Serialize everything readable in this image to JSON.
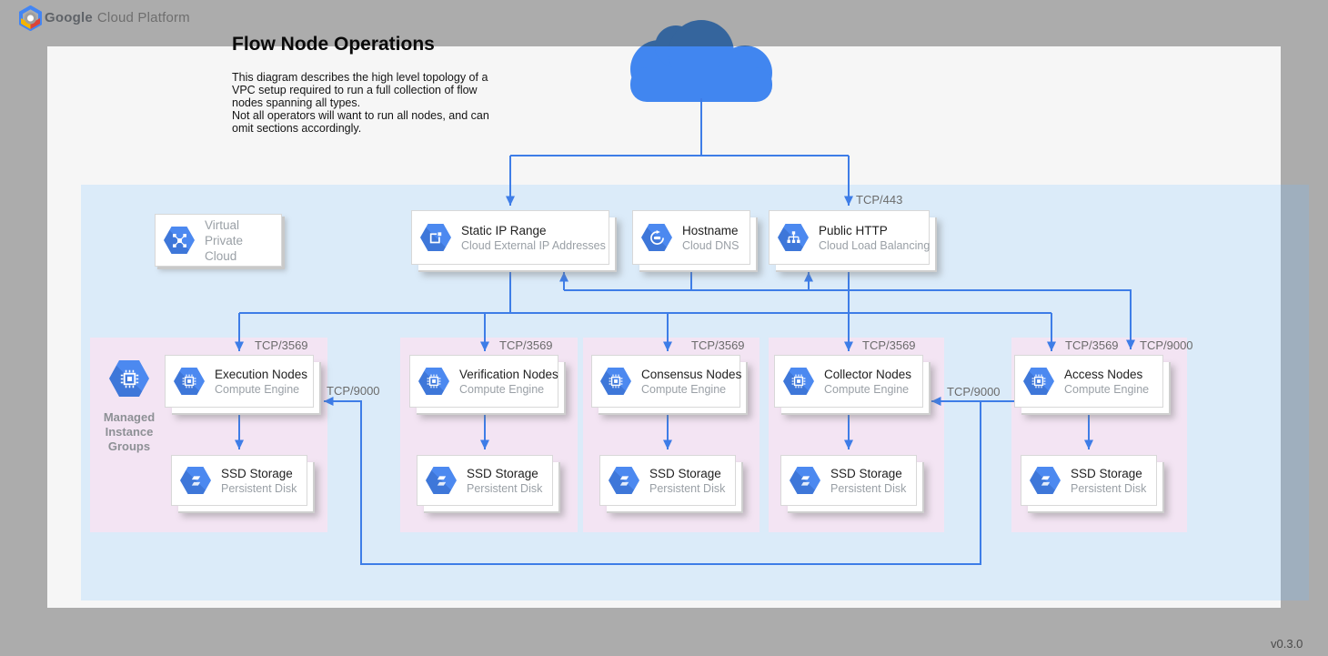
{
  "header": {
    "brand_bold": "Google",
    "brand_rest": "Cloud Platform"
  },
  "diagram": {
    "title": "Flow Node Operations",
    "description": "This diagram describes the high level topology of a\nVPC setup required to run a full collection of flow\nnodes spanning all types.\nNot all operators will want to run all nodes, and can\nomit sections accordingly.",
    "version": "v0.3.0"
  },
  "ports": {
    "tcp443": "TCP/443",
    "tcp3569": "TCP/3569",
    "tcp9000": "TCP/9000"
  },
  "vpc": {
    "label": "Virtual\nPrivate Cloud"
  },
  "services": {
    "static_ip": {
      "title": "Static IP Range",
      "subtitle": "Cloud External IP Addresses"
    },
    "hostname": {
      "title": "Hostname",
      "subtitle": "Cloud DNS"
    },
    "public_http": {
      "title": "Public HTTP",
      "subtitle": "Cloud Load Balancing"
    }
  },
  "mig": {
    "label": "Managed\nInstance\nGroups"
  },
  "groups": [
    {
      "compute": {
        "title": "Execution Nodes",
        "subtitle": "Compute Engine"
      },
      "storage": {
        "title": "SSD Storage",
        "subtitle": "Persistent Disk"
      }
    },
    {
      "compute": {
        "title": "Verification Nodes",
        "subtitle": "Compute Engine"
      },
      "storage": {
        "title": "SSD Storage",
        "subtitle": "Persistent Disk"
      }
    },
    {
      "compute": {
        "title": "Consensus Nodes",
        "subtitle": "Compute Engine"
      },
      "storage": {
        "title": "SSD Storage",
        "subtitle": "Persistent Disk"
      }
    },
    {
      "compute": {
        "title": "Collector Nodes",
        "subtitle": "Compute Engine"
      },
      "storage": {
        "title": "SSD Storage",
        "subtitle": "Persistent Disk"
      }
    },
    {
      "compute": {
        "title": "Access Nodes",
        "subtitle": "Compute Engine"
      },
      "storage": {
        "title": "SSD Storage",
        "subtitle": "Persistent Disk"
      }
    }
  ],
  "icons": {
    "brand": "google-cloud-platform-logo",
    "cloud": "internet-cloud-icon",
    "vpc": "virtual-private-cloud-icon",
    "static_ip": "external-ip-icon",
    "hostname": "cloud-dns-icon",
    "public_http": "load-balancer-icon",
    "compute": "compute-engine-chip-icon",
    "storage": "persistent-disk-icon",
    "mig": "managed-instance-group-icon"
  },
  "colors": {
    "page_bg": "#ACACAC",
    "canvas_bg": "#F6F6F6",
    "vpc_bg": "#DBEBF9",
    "group_bg": "#F3E4F3",
    "line_blue": "#3E7DE7",
    "hex_blue": "#4C89F0",
    "cloud_blue": "#4186F0",
    "title_text": "#1F1F1F",
    "subtitle_text": "#9AA0A6",
    "port_text": "#6B6B6B"
  }
}
